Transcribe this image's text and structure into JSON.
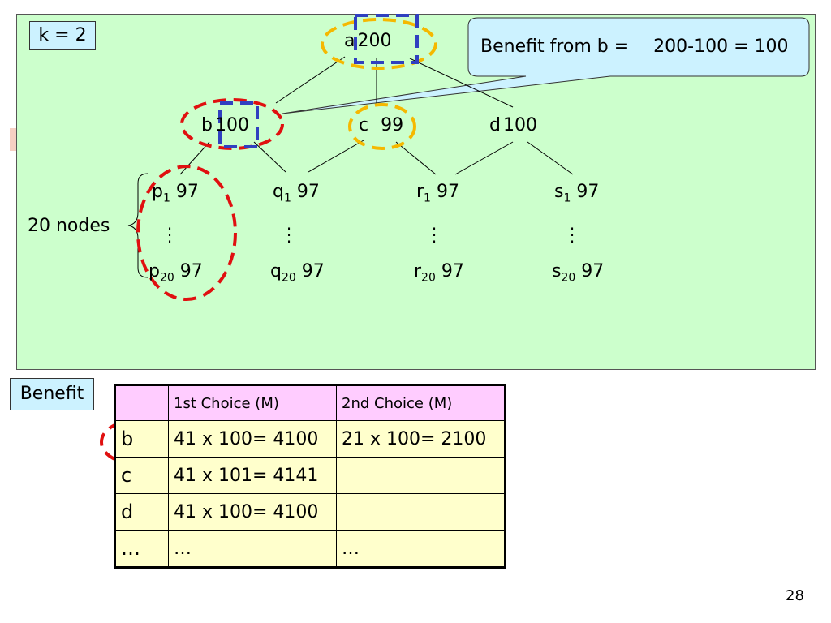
{
  "k_label": "k = 2",
  "callout": {
    "prefix": "Benefit from b =",
    "expression": "200-100",
    "result": "= 100"
  },
  "tree": {
    "root": {
      "name": "a",
      "value": "200"
    },
    "level1": [
      {
        "name": "b",
        "value": "100"
      },
      {
        "name": "c",
        "value": "99"
      },
      {
        "name": "d",
        "value": "100"
      }
    ],
    "leaves": [
      {
        "letter": "p",
        "first_sub": "1",
        "last_sub": "20",
        "value": "97"
      },
      {
        "letter": "q",
        "first_sub": "1",
        "last_sub": "20",
        "value": "97"
      },
      {
        "letter": "r",
        "first_sub": "1",
        "last_sub": "20",
        "value": "97"
      },
      {
        "letter": "s",
        "first_sub": "1",
        "last_sub": "20",
        "value": "97"
      }
    ],
    "group_label": "20 nodes"
  },
  "benefit_label": "Benefit",
  "table": {
    "headers": [
      "",
      "1st Choice (M)",
      "2nd Choice (M)"
    ],
    "rows": [
      {
        "label": "b",
        "first": "41 x 100= 4100",
        "second": "21 x 100= 2100"
      },
      {
        "label": "c",
        "first": "41 x 101= 4141",
        "second": ""
      },
      {
        "label": "d",
        "first": "41 x 100= 4100",
        "second": ""
      },
      {
        "label": "…",
        "first": "…",
        "second": "…"
      }
    ]
  },
  "page_number": "28",
  "colors": {
    "panel_bg": "#ccffcc",
    "callout_bg": "#ccf2ff",
    "header_bg": "#ffccff",
    "cell_bg": "#ffffcc",
    "red_dash": "#e01010",
    "yellow_dash": "#f5b800",
    "blue_dash": "#3040c0"
  }
}
